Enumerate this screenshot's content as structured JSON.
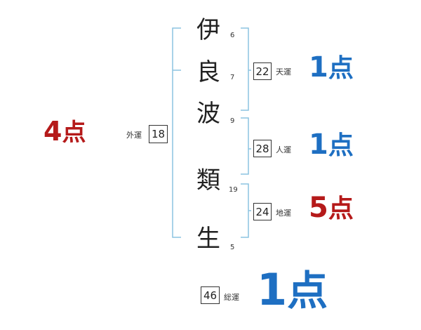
{
  "name_chars": [
    {
      "char": "伊",
      "strokes": "6"
    },
    {
      "char": "良",
      "strokes": "7"
    },
    {
      "char": "波",
      "strokes": "9"
    },
    {
      "char": "類",
      "strokes": "19"
    },
    {
      "char": "生",
      "strokes": "5"
    }
  ],
  "fortunes": {
    "gaiun": {
      "label": "外運",
      "value": "18",
      "score_num": "4",
      "score_unit": "点"
    },
    "tenun": {
      "label": "天運",
      "value": "22",
      "score_num": "1",
      "score_unit": "点"
    },
    "jinun": {
      "label": "人運",
      "value": "28",
      "score_num": "1",
      "score_unit": "点"
    },
    "chiun": {
      "label": "地運",
      "value": "24",
      "score_num": "5",
      "score_unit": "点"
    },
    "souun": {
      "label": "総運",
      "value": "46",
      "score_num": "1",
      "score_unit": "点"
    }
  },
  "colors": {
    "bracket": "#8cc3e0",
    "score_blue": "#1e6fc2",
    "score_red": "#b51a1a"
  }
}
